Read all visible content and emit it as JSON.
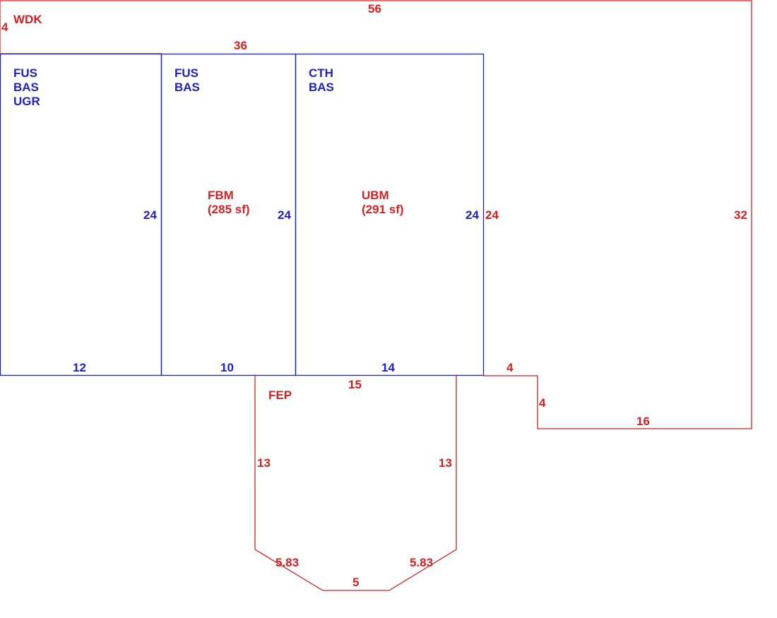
{
  "colors": {
    "exterior": "#d42020",
    "interior": "#1f22c0",
    "background": "#ffffff"
  },
  "areas": {
    "wdk": {
      "code": "WDK"
    },
    "left": {
      "codes": [
        "FUS",
        "BAS",
        "UGR"
      ]
    },
    "middle": {
      "codes": [
        "FUS",
        "BAS"
      ],
      "area_code": "FBM",
      "area_size": "(285 sf)"
    },
    "right": {
      "codes": [
        "CTH",
        "BAS"
      ],
      "area_code": "UBM",
      "area_size": "(291 sf)"
    },
    "porch": {
      "code": "FEP"
    }
  },
  "dimensions": {
    "wdk_top": "56",
    "wdk_left": "4",
    "wdk_right": "32",
    "wdk_bottom": "16",
    "wdk_step_h": "4",
    "wdk_step_v": "4",
    "wdk_inner_left": "24",
    "building_top": "36",
    "left_right": "24",
    "left_bottom": "12",
    "middle_right": "24",
    "middle_bottom": "10",
    "right_right": "24",
    "right_bottom": "14",
    "porch_top": "15",
    "porch_left": "13",
    "porch_right": "13",
    "porch_diag_left": "5.83",
    "porch_diag_right": "5.83",
    "porch_bottom": "5"
  }
}
